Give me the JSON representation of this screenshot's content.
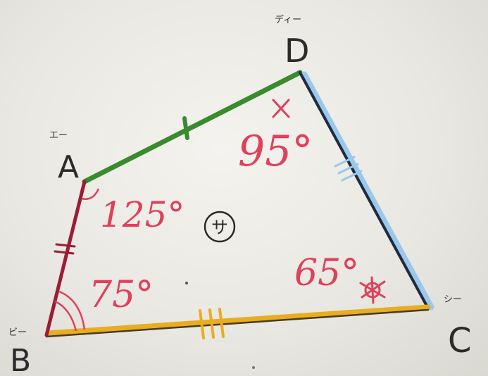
{
  "vertices": {
    "A": {
      "label": "A",
      "reading": "エー"
    },
    "B": {
      "label": "B",
      "reading": "ビー"
    },
    "C": {
      "label": "C",
      "reading": "シー"
    },
    "D": {
      "label": "D",
      "reading": "ディー"
    }
  },
  "angles": {
    "A": "125°",
    "B": "75°",
    "C": "65°",
    "D": "95°"
  },
  "shape_label": "サ",
  "colors": {
    "side_AD": "#3a8a2e",
    "side_DC_outer": "#9ac8ec",
    "side_DC_inner": "#1f2b3d",
    "side_CB": "#e8ad20",
    "side_AB": "#9c1c34",
    "angle_text": "#e0405a"
  }
}
